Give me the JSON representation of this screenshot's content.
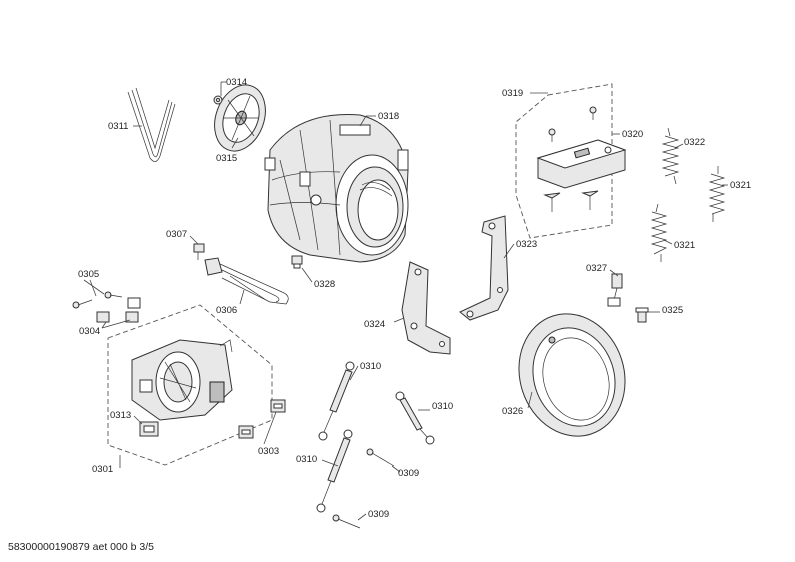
{
  "labels": {
    "p0311": "0311",
    "p0314": "0314",
    "p0315": "0315",
    "p0318": "0318",
    "p0319": "0319",
    "p0320": "0320",
    "p0322": "0322",
    "p0321a": "0321",
    "p0321b": "0321",
    "p0307": "0307",
    "p0323": "0323",
    "p0305": "0305",
    "p0328": "0328",
    "p0327": "0327",
    "p0306": "0306",
    "p0304": "0304",
    "p0324": "0324",
    "p0325": "0325",
    "p0310a": "0310",
    "p0310b": "0310",
    "p0310c": "0310",
    "p0326": "0326",
    "p0313": "0313",
    "p0303": "0303",
    "p0309a": "0309",
    "p0309b": "0309",
    "p0301": "0301"
  },
  "footer": "58300000190879 aet 000 b 3/5"
}
